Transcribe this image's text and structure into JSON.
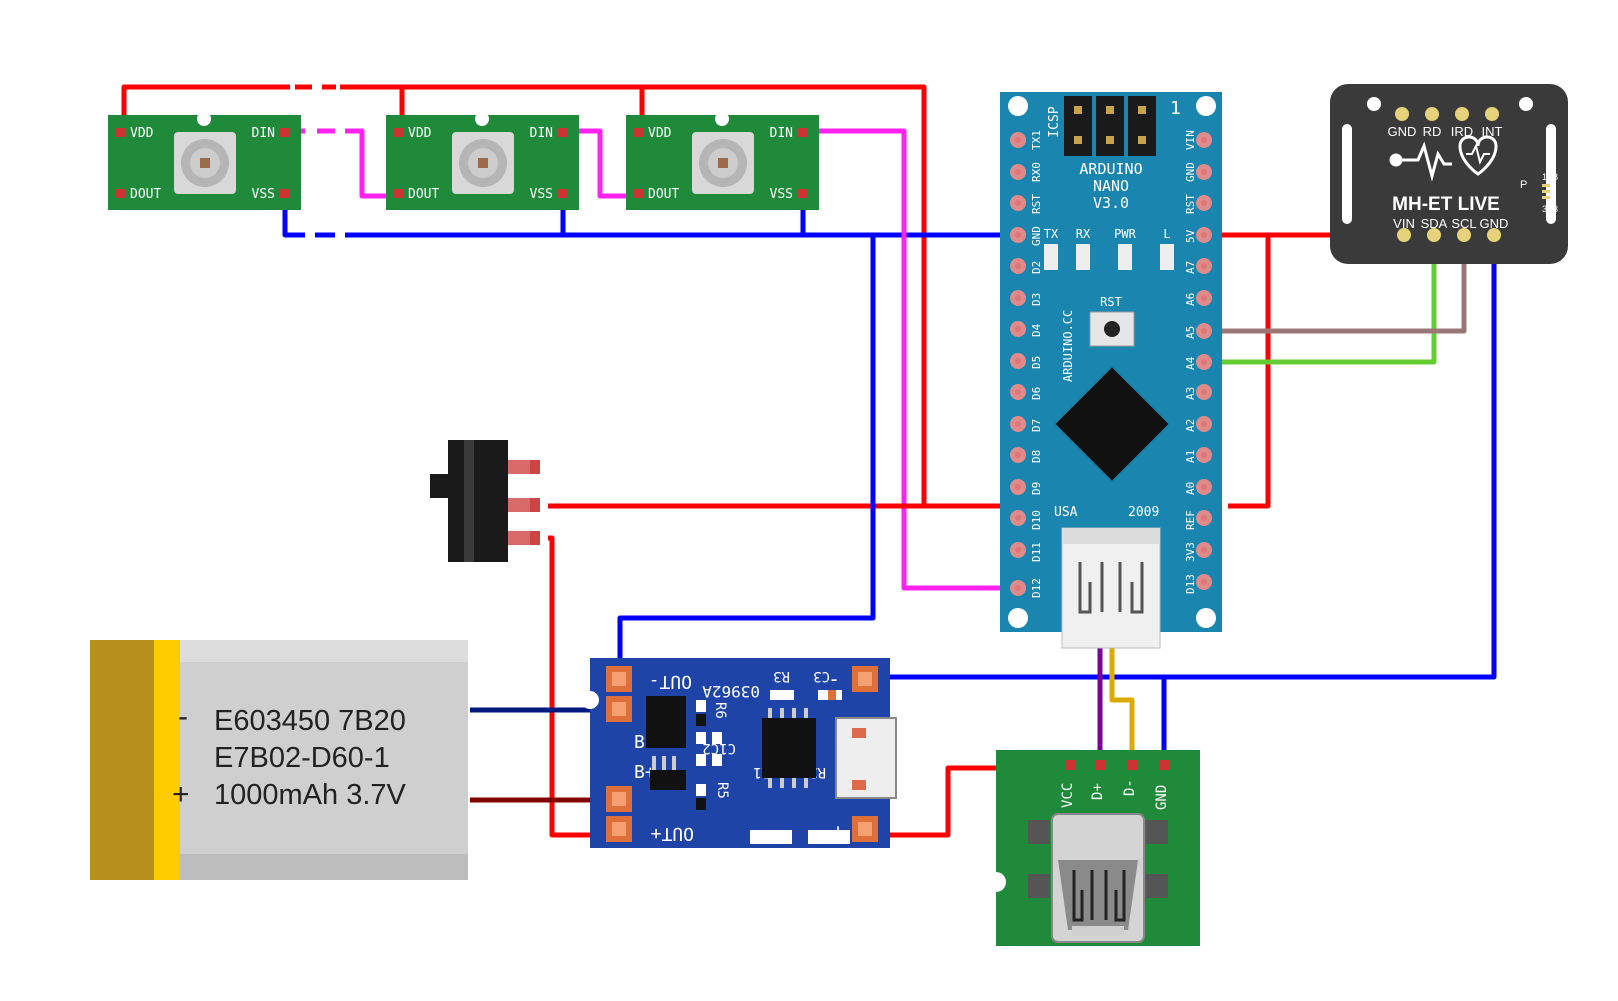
{
  "colors": {
    "power": "#ff0000",
    "ground": "#0000ff",
    "data_line": "#ff22ee",
    "i2c_sda": "#66cc33",
    "i2c_scl": "#997777",
    "usb_dplus": "#7a0099",
    "usb_dminus": "#ddaa00",
    "battery_neg": "#001a80",
    "battery_pos": "#800000",
    "green_pcb": "#1f8a3a",
    "nano_pcb": "#1a86b0",
    "charger_pcb": "#1f44a8",
    "sensor_pcb": "#3a3a3a"
  },
  "led_modules": [
    {
      "vdd": "VDD",
      "din": "DIN",
      "dout": "DOUT",
      "vss": "VSS"
    },
    {
      "vdd": "VDD",
      "din": "DIN",
      "dout": "DOUT",
      "vss": "VSS"
    },
    {
      "vdd": "VDD",
      "din": "DIN",
      "dout": "DOUT",
      "vss": "VSS"
    }
  ],
  "nano": {
    "title_lines": [
      "ARDUINO",
      "NANO",
      "V3.0"
    ],
    "icsp": "ICSP",
    "icsp_num": "1",
    "site": "ARDUINO.CC",
    "leds": [
      "TX",
      "RX",
      "PWR",
      "L"
    ],
    "rst_button": "RST",
    "usa": "USA",
    "year": "2009",
    "left_pins": [
      "TX1",
      "RX0",
      "RST",
      "GND",
      "D2",
      "D3",
      "D4",
      "D5",
      "D6",
      "D7",
      "D8",
      "D9",
      "D10",
      "D11",
      "D12"
    ],
    "right_pins": [
      "VIN",
      "GND",
      "RST",
      "5V",
      "A7",
      "A6",
      "A5",
      "A4",
      "A3",
      "A2",
      "A1",
      "A0",
      "REF",
      "3V3",
      "D13"
    ]
  },
  "sensor": {
    "name": "MH-ET LIVE",
    "top_pins": [
      "GND",
      "RD",
      "IRD",
      "INT"
    ],
    "bottom_pins": [
      "VIN",
      "SDA",
      "SCL",
      "GND"
    ],
    "side_1": "1V8",
    "side_2": "3V3",
    "logo": "P"
  },
  "battery": {
    "minus": "-",
    "plus": "+",
    "line1": "E603450 7B20",
    "line2": "E7B02-D60-1",
    "line3": "1000mAh 3.7V"
  },
  "charger": {
    "out_minus": "OUT-",
    "b_minus": "B-",
    "b_plus": "B+",
    "out_plus": "OUT+",
    "code": "03962A",
    "r3": "R3",
    "c3": "C3",
    "r6": "R6",
    "c1c2": "C1C2",
    "r1": "R1",
    "r2": "R2",
    "r5": "R5",
    "in_minus": "-",
    "in_plus": "+"
  },
  "usb_breakout": {
    "pins": [
      "VCC",
      "D+",
      "D-",
      "GND"
    ]
  }
}
